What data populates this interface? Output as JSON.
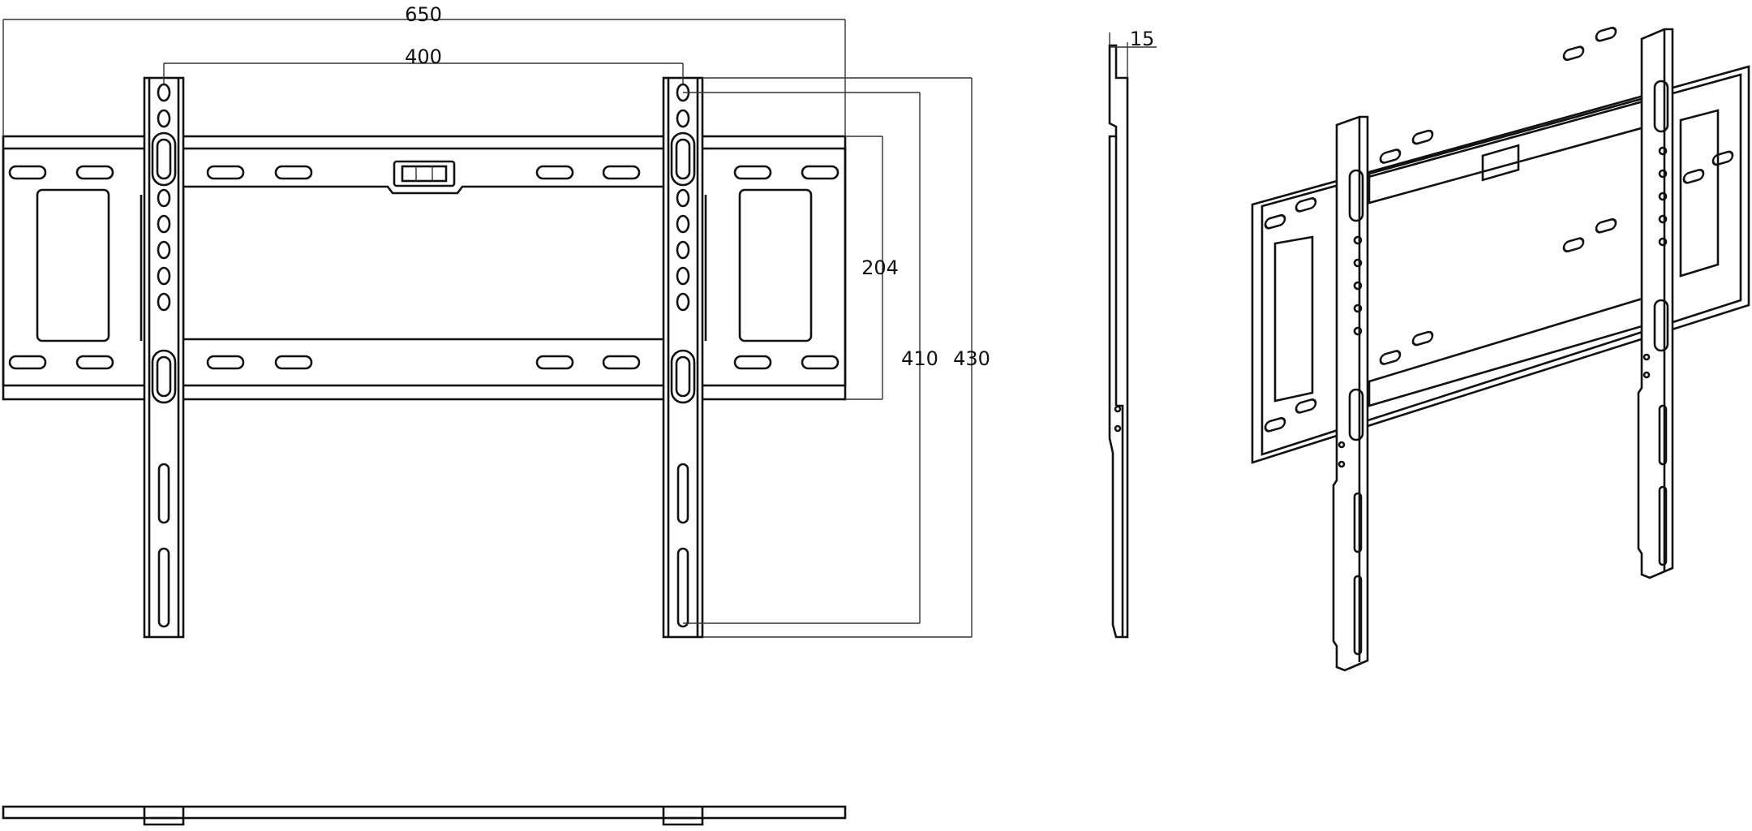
{
  "front_view": {
    "dim_overall_width": "650",
    "dim_hole_spacing": "400",
    "dim_rail_height": "204",
    "dim_hole_span": "410",
    "dim_overall_height": "430"
  },
  "side_view": {
    "dim_depth": "15"
  },
  "colors": {
    "line": "#111111",
    "background": "#ffffff"
  }
}
